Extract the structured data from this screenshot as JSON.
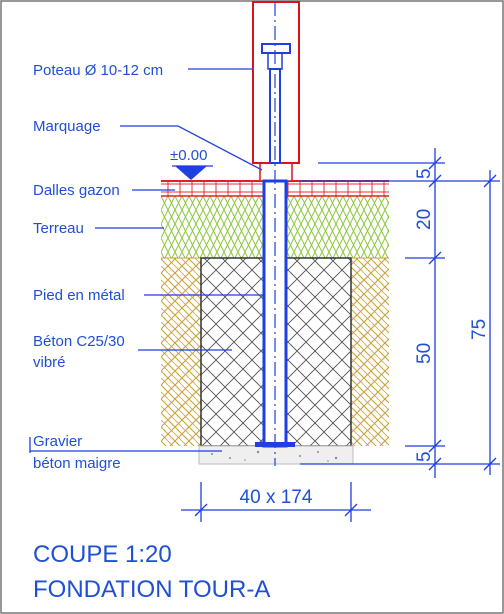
{
  "labels": {
    "post": "Poteau Ø 10-12 cm",
    "marking": "Marquage",
    "level": "±0.00",
    "grass_slabs": "Dalles gazon",
    "topsoil": "Terreau",
    "metal_foot": "Pied en métal",
    "concrete_line1": "Béton C25/30",
    "concrete_line2": "vibré",
    "gravel_line1": "Gravier",
    "gravel_line2": "béton maigre"
  },
  "dimensions": {
    "slab_thickness": "5",
    "topsoil_depth": "20",
    "concrete_depth": "50",
    "bed_depth": "5",
    "total_depth": "75",
    "footing_size": "40 x 174"
  },
  "title": {
    "line1": "COUPE 1:20",
    "line2": "FONDATION TOUR-A"
  },
  "colors": {
    "annotation": "#1f4fd6",
    "post": "#d8141e",
    "grass": "#8dc63f",
    "earth": "#c8a23a",
    "concrete_hatch": "#444444",
    "slab": "#e21f26"
  }
}
